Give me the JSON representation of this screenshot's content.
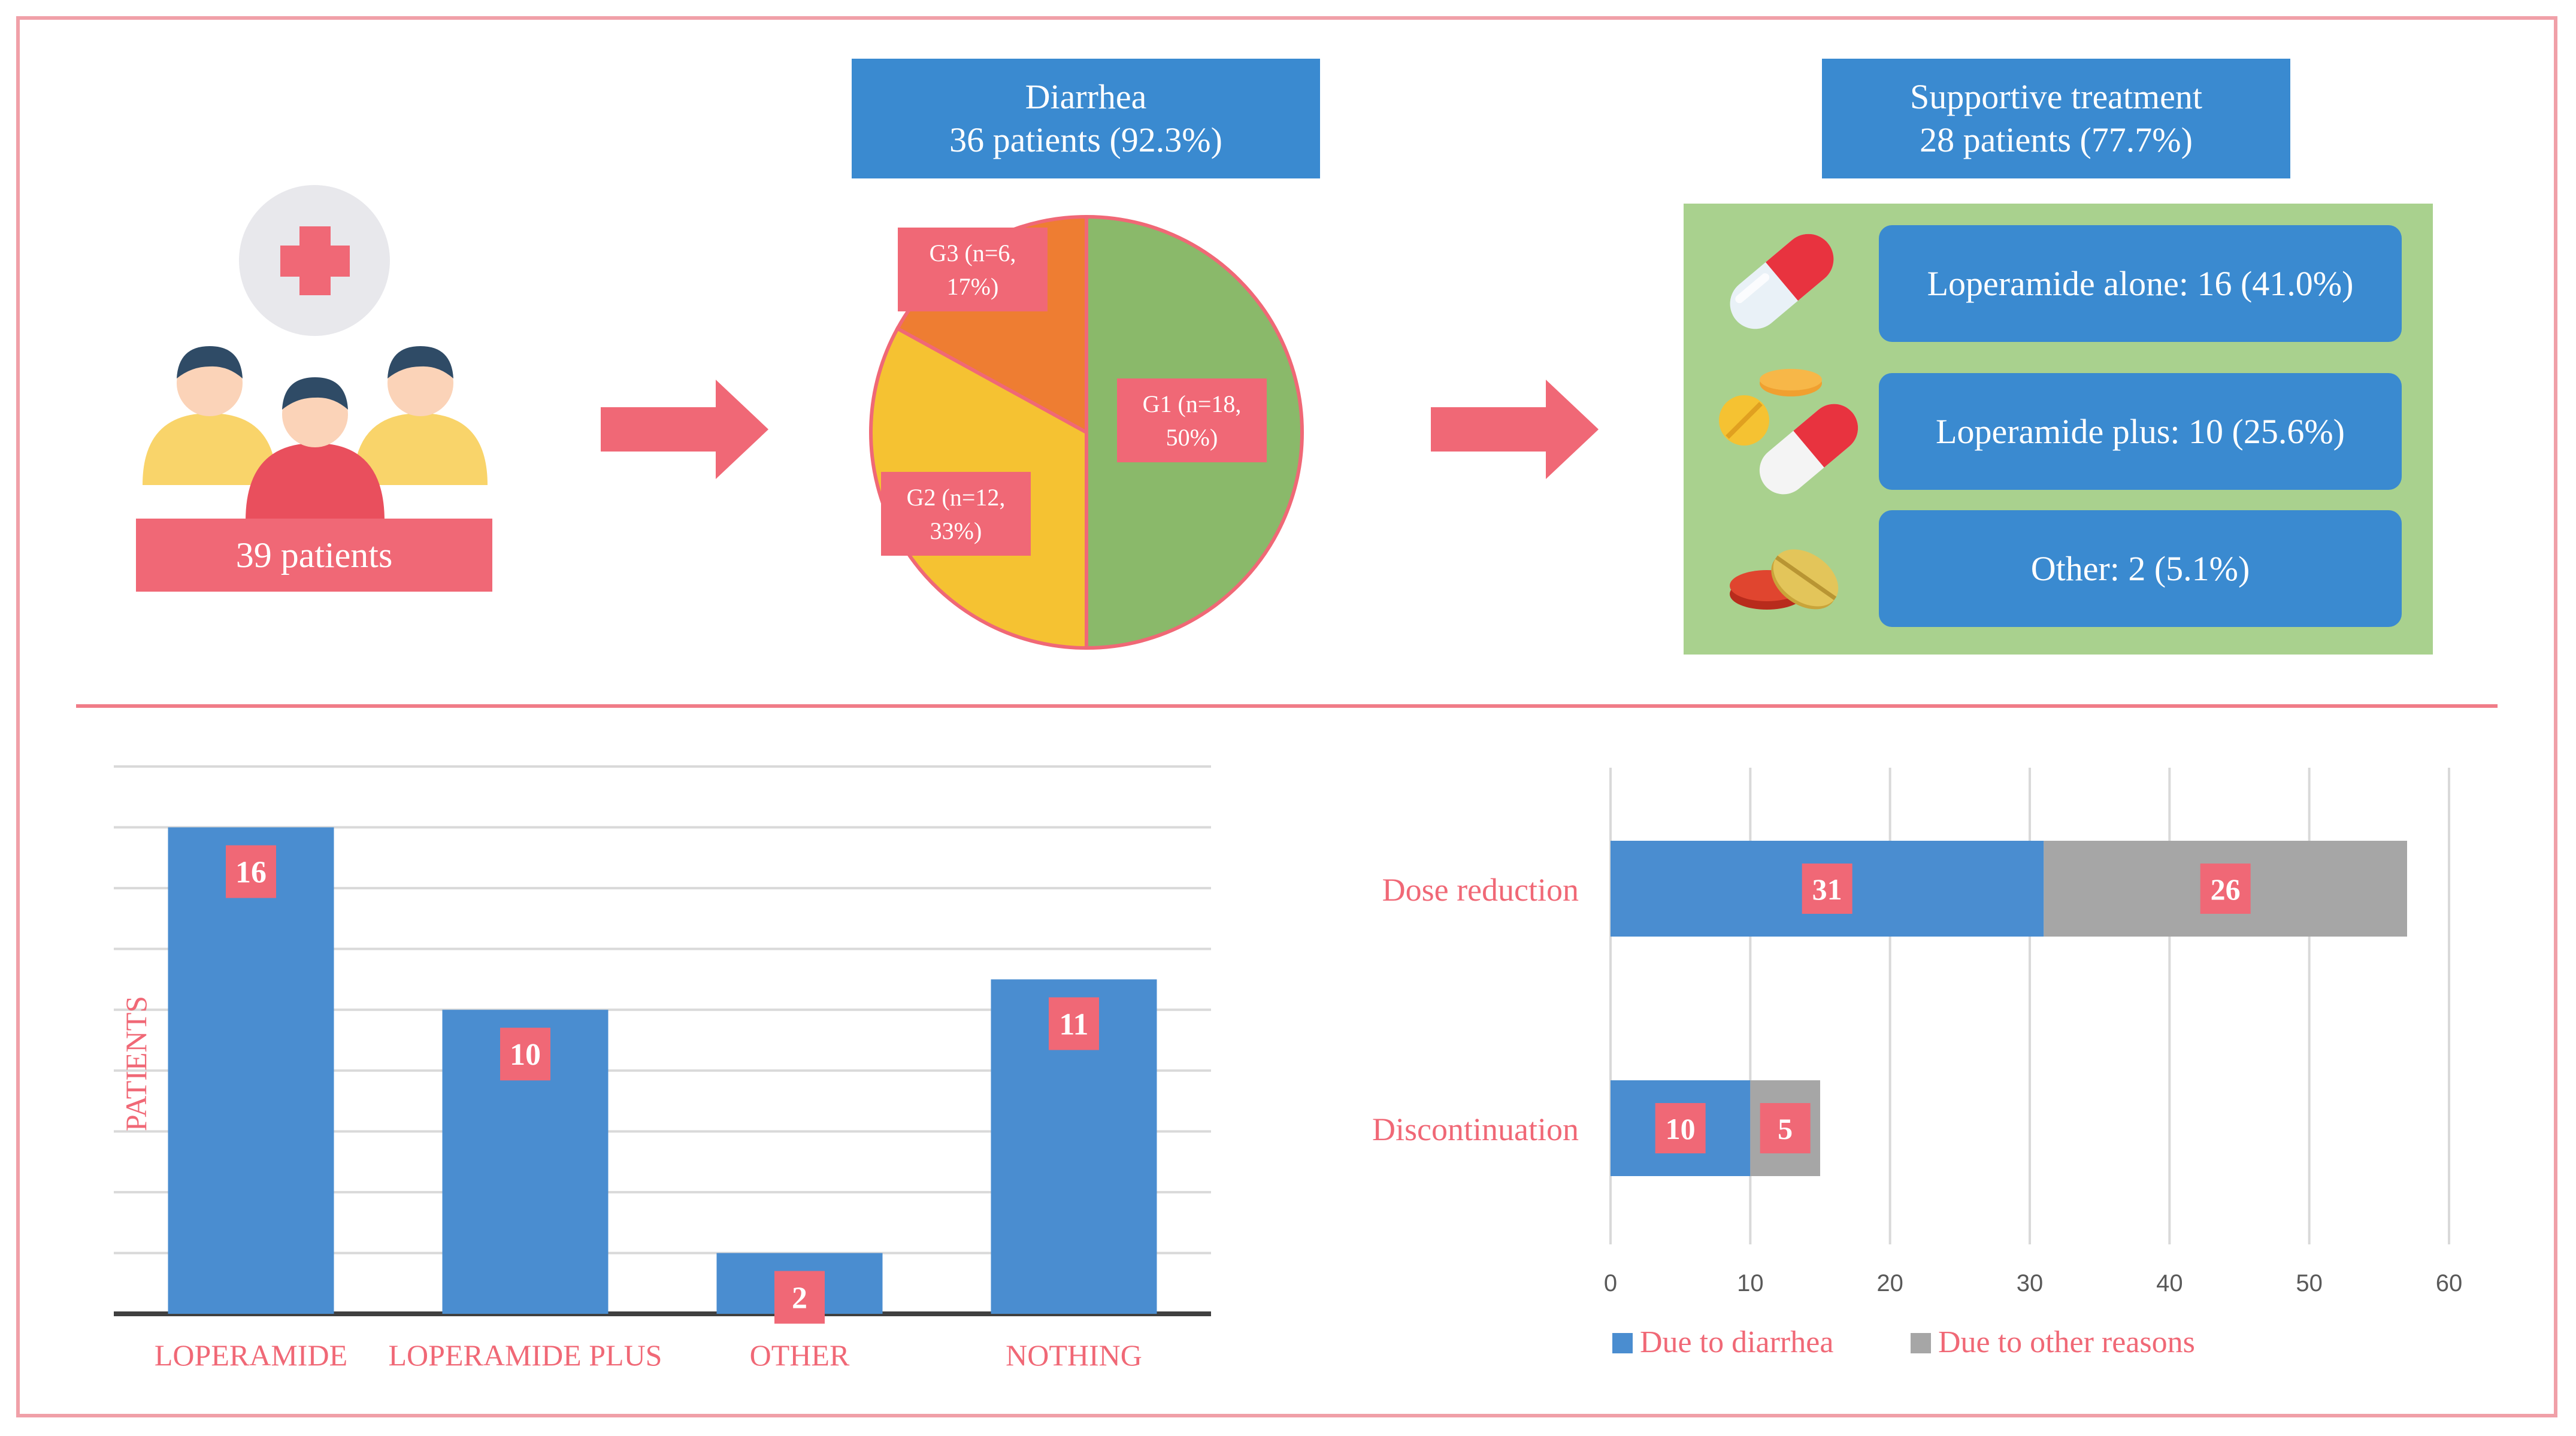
{
  "patients_label": "39 patients",
  "diarrhea": {
    "line1": "Diarrhea",
    "line2": "36 patients (92.3%)"
  },
  "supportive": {
    "line1": "Supportive treatment",
    "line2": "28 patients (77.7%)"
  },
  "treatments": [
    {
      "label": "Loperamide alone: 16 (41.0%)"
    },
    {
      "label": "Loperamide plus: 10 (25.6%)"
    },
    {
      "label": "Other: 2 (5.1%)"
    }
  ],
  "colors": {
    "pink": "#f06876",
    "blue": "#3a8ad0",
    "bar_blue": "#4a8dd0",
    "green": "#8ab96a",
    "yellow": "#f5c232",
    "orange": "#ee7d32",
    "gray": "#a6a6a6"
  },
  "chart_data": [
    {
      "type": "pie",
      "slices": [
        {
          "name": "G1",
          "n": 18,
          "pct": 50,
          "label_line1": "G1 (n=18,",
          "label_line2": "50%)",
          "color": "#8ab96a"
        },
        {
          "name": "G2",
          "n": 12,
          "pct": 33,
          "label_line1": "G2 (n=12,",
          "label_line2": "33%)",
          "color": "#f5c232"
        },
        {
          "name": "G3",
          "n": 6,
          "pct": 17,
          "label_line1": "G3 (n=6,",
          "label_line2": "17%)",
          "color": "#ee7d32"
        }
      ]
    },
    {
      "type": "bar",
      "categories": [
        "LOPERAMIDE",
        "LOPERAMIDE PLUS",
        "OTHER",
        "NOTHING"
      ],
      "values": [
        16,
        10,
        2,
        11
      ],
      "ylabel": "PATIENTS",
      "ylim": [
        0,
        18
      ],
      "grid": true,
      "color": "#4a8dd0"
    },
    {
      "type": "bar",
      "orientation": "horizontal",
      "stacked": true,
      "categories": [
        "Dose reduction",
        "Discontinuation"
      ],
      "series": [
        {
          "name": "Due to diarrhea",
          "values": [
            31,
            10
          ],
          "color": "#4a8dd0"
        },
        {
          "name": "Due to other reasons",
          "values": [
            26,
            5
          ],
          "color": "#a6a6a6"
        }
      ],
      "xlim": [
        0,
        60
      ],
      "xticks": [
        0,
        10,
        20,
        30,
        40,
        50,
        60
      ],
      "grid": true,
      "legend": "bottom"
    }
  ]
}
